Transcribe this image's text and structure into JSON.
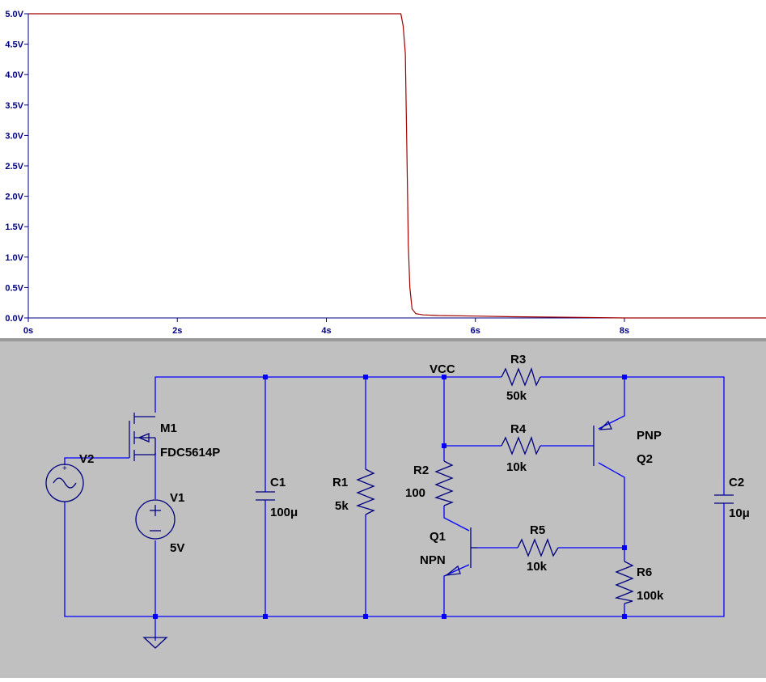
{
  "waveform": {
    "background": "#ffffff",
    "trace_color": "#a00000",
    "axis_color": "#000080"
  },
  "chart_data": {
    "type": "line",
    "xlabel": "",
    "ylabel": "",
    "xlim": [
      0,
      9.9
    ],
    "ylim": [
      0,
      5
    ],
    "x_ticks": [
      0,
      2,
      4,
      6,
      8
    ],
    "x_tick_labels": [
      "0s",
      "2s",
      "4s",
      "6s",
      "8s"
    ],
    "y_ticks": [
      0,
      0.5,
      1,
      1.5,
      2,
      2.5,
      3,
      3.5,
      4,
      4.5,
      5
    ],
    "y_tick_labels": [
      "0.0V",
      "0.5V",
      "1.0V",
      "1.5V",
      "2.0V",
      "2.5V",
      "3.0V",
      "3.5V",
      "4.0V",
      "4.5V",
      "5.0V"
    ],
    "grid": false,
    "series": [
      {
        "x": [
          0,
          5.0,
          5.03,
          5.06,
          5.09,
          5.1,
          5.12,
          5.15,
          5.2,
          5.3,
          5.5,
          6.0,
          6.5,
          7.3,
          8.0,
          9.9
        ],
        "y": [
          5.0,
          5.0,
          4.8,
          4.35,
          2.0,
          1.2,
          0.5,
          0.15,
          0.07,
          0.05,
          0.04,
          0.03,
          0.02,
          0.01,
          0.0,
          0.0
        ]
      }
    ]
  },
  "schematic": {
    "background": "#c0c0c0",
    "wire_color": "#0000ff",
    "symbol_color": "#000080",
    "nets": {
      "vcc": "VCC"
    },
    "components": {
      "m1": {
        "ref": "M1",
        "value": "FDC5614P"
      },
      "v1": {
        "ref": "V1",
        "value": "5V"
      },
      "v2": {
        "ref": "V2"
      },
      "c1": {
        "ref": "C1",
        "value": "100μ"
      },
      "r1": {
        "ref": "R1",
        "value": "5k"
      },
      "r2": {
        "ref": "R2",
        "value": "100"
      },
      "r3": {
        "ref": "R3",
        "value": "50k"
      },
      "r4": {
        "ref": "R4",
        "value": "10k"
      },
      "r5": {
        "ref": "R5",
        "value": "10k"
      },
      "r6": {
        "ref": "R6",
        "value": "100k"
      },
      "q1": {
        "ref": "Q1",
        "value": "NPN"
      },
      "q2": {
        "ref": "Q2",
        "value": "PNP"
      },
      "c2": {
        "ref": "C2",
        "value": "10μ"
      }
    }
  }
}
